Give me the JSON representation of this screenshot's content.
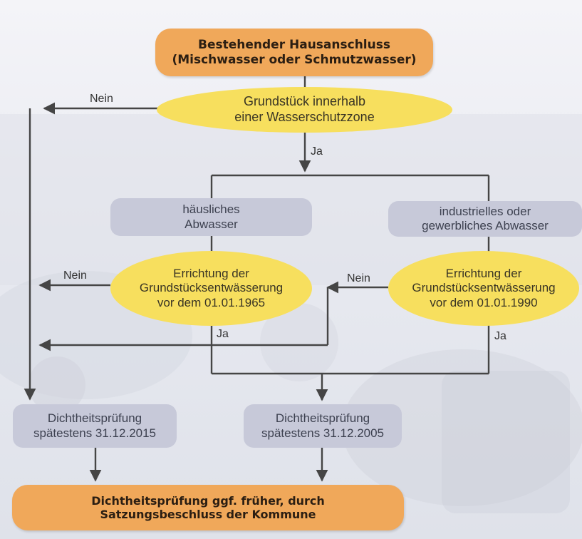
{
  "diagram": {
    "start": "Bestehender Hausanschluss\n(Mischwasser oder Schmutzwasser)",
    "water_zone_question": "Grundstück innerhalb\neiner Wasserschutzzone",
    "domestic": "häusliches\nAbwasser",
    "industrial": "industrielles oder\ngewerbliches Abwasser",
    "question_1965": "Errichtung der\nGrundstücksentwässerung\nvor dem 01.01.1965",
    "question_1990": "Errichtung der\nGrundstücksentwässerung\nvor dem 01.01.1990",
    "test_2015": "Dichtheitsprüfung\nspätestens 31.12.2015",
    "test_2005": "Dichtheitsprüfung\nspätestens 31.12.2005",
    "final": "Dichtheitsprüfung ggf. früher, durch\nSatzungsbeschluss der Kommune",
    "labels": {
      "nein_top": "Nein",
      "ja_top": "Ja",
      "nein_1965": "Nein",
      "ja_1965": "Ja",
      "nein_1990": "Nein",
      "ja_1990": "Ja"
    }
  },
  "colors": {
    "orange": "#f0a85a",
    "yellow": "#f7df5e",
    "grey": "#c7c9d9",
    "line": "#454545"
  }
}
